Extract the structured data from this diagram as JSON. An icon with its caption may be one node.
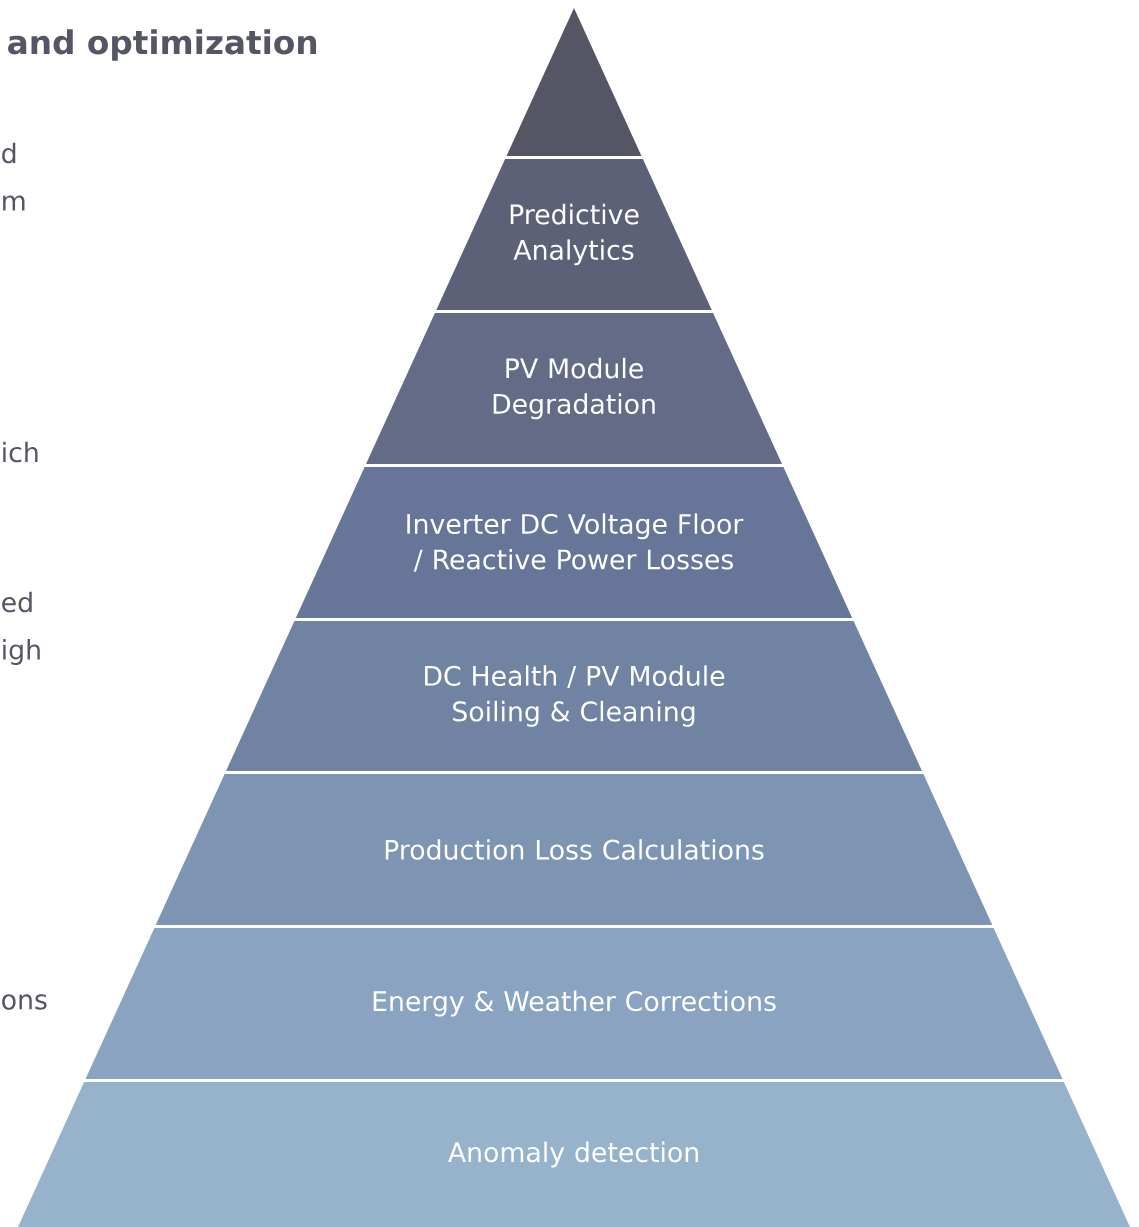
{
  "diagram": {
    "title": "and optimization",
    "nodes": [
      {
        "text": [],
        "shape": "triangle"
      },
      {
        "text": [
          "Predictive Analytics"
        ]
      },
      {
        "text": [
          "PV Module Degradation"
        ]
      },
      {
        "text": [
          "Inverter DC Voltage Floor / Reactive Power Losses"
        ]
      },
      {
        "text": [
          "DC Health / PV Module Soiling & Cleaning"
        ]
      },
      {
        "text": [
          "Production Loss Calculations"
        ]
      },
      {
        "text": [
          "Energy & Weather Corrections"
        ]
      },
      {
        "text": [
          "Anomaly detection"
        ]
      }
    ],
    "labels": [
      "d",
      "m",
      "ich",
      "ed",
      "igh",
      "ons"
    ]
  }
}
